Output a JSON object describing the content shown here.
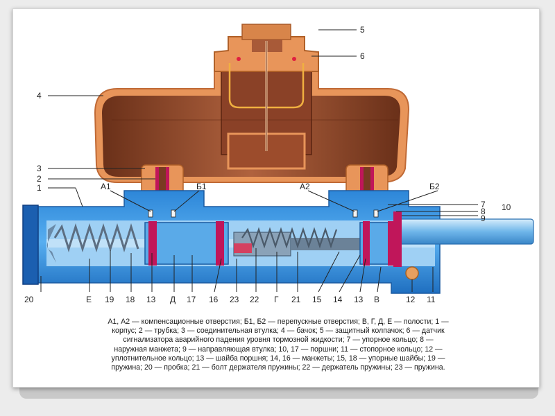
{
  "labels": {
    "n1": "1",
    "n2": "2",
    "n3": "3",
    "n4": "4",
    "n5": "5",
    "n6": "6",
    "n7": "7",
    "n8": "8",
    "n9": "9",
    "n10": "10",
    "n11": "11",
    "n12": "12",
    "n13a": "13",
    "n13b": "13",
    "n14": "14",
    "n15": "15",
    "n16": "16",
    "n17": "17",
    "n18": "18",
    "n19": "19",
    "n20": "20",
    "n21": "21",
    "n22": "22",
    "n23": "23",
    "a1": "А1",
    "a2": "А2",
    "b1": "Б1",
    "b2": "Б2",
    "e": "Е",
    "d": "Д",
    "g": "Г",
    "v": "В"
  },
  "caption": {
    "line1": "А1, А2 — компенсационные отверстия; Б1, Б2 — перепускные отверстия; В, Г, Д, Е — полости; 1 —",
    "line2": "корпус; 2 — трубка; 3 — соединительная втулка; 4 — бачок; 5 — защитный колпачок; 6 — датчик",
    "line3": "сигнализатора аварийного падения уровня тормозной жидкости; 7 — упорное кольцо; 8 —",
    "line4": "наружная манжета; 9 — направляющая втулка; 10, 17 — поршни; 11 — стопорное кольцо; 12 —",
    "line5": "уплотнительное кольцо; 13 — шайба поршня; 14, 16 — манжеты; 15, 18 — упорные шайбы; 19 —",
    "line6": "пружина; 20 — пробка; 21 — болт держателя пружины; 22 — держатель пружины; 23 — пружина."
  },
  "colors": {
    "body_blue": "#2f8fe0",
    "body_light": "#9fd0f4",
    "reservoir": "#a85a38",
    "reservoir_dark": "#7a3a22",
    "cap": "#e8955a",
    "seal": "#c0165a"
  }
}
